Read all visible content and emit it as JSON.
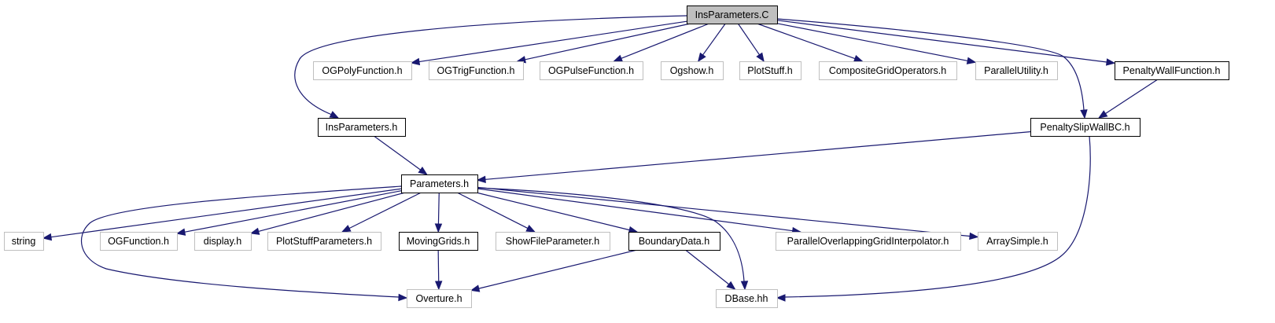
{
  "colors": {
    "edge": "#191970",
    "root_fill": "#bfbfbf",
    "documented_border": "#000000",
    "external_border": "#bfbfbf",
    "node_fill": "#ffffff"
  },
  "nodes": [
    {
      "id": "InsParameters.C",
      "label": "InsParameters.C",
      "kind": "root"
    },
    {
      "id": "OGPolyFunction.h",
      "label": "OGPolyFunction.h",
      "kind": "external"
    },
    {
      "id": "OGTrigFunction.h",
      "label": "OGTrigFunction.h",
      "kind": "external"
    },
    {
      "id": "OGPulseFunction.h",
      "label": "OGPulseFunction.h",
      "kind": "external"
    },
    {
      "id": "Ogshow.h",
      "label": "Ogshow.h",
      "kind": "external"
    },
    {
      "id": "PlotStuff.h",
      "label": "PlotStuff.h",
      "kind": "external"
    },
    {
      "id": "CompositeGridOperators.h",
      "label": "CompositeGridOperators.h",
      "kind": "external"
    },
    {
      "id": "ParallelUtility.h",
      "label": "ParallelUtility.h",
      "kind": "external"
    },
    {
      "id": "PenaltyWallFunction.h",
      "label": "PenaltyWallFunction.h",
      "kind": "documented"
    },
    {
      "id": "InsParameters.h",
      "label": "InsParameters.h",
      "kind": "documented"
    },
    {
      "id": "PenaltySlipWallBC.h",
      "label": "PenaltySlipWallBC.h",
      "kind": "documented"
    },
    {
      "id": "Parameters.h",
      "label": "Parameters.h",
      "kind": "documented"
    },
    {
      "id": "string",
      "label": "string",
      "kind": "external"
    },
    {
      "id": "OGFunction.h",
      "label": "OGFunction.h",
      "kind": "external"
    },
    {
      "id": "display.h",
      "label": "display.h",
      "kind": "external"
    },
    {
      "id": "PlotStuffParameters.h",
      "label": "PlotStuffParameters.h",
      "kind": "external"
    },
    {
      "id": "MovingGrids.h",
      "label": "MovingGrids.h",
      "kind": "documented"
    },
    {
      "id": "ShowFileParameter.h",
      "label": "ShowFileParameter.h",
      "kind": "external"
    },
    {
      "id": "BoundaryData.h",
      "label": "BoundaryData.h",
      "kind": "documented"
    },
    {
      "id": "ParallelOverlappingGridInterpolator.h",
      "label": "ParallelOverlappingGridInterpolator.h",
      "kind": "external"
    },
    {
      "id": "ArraySimple.h",
      "label": "ArraySimple.h",
      "kind": "external"
    },
    {
      "id": "Overture.h",
      "label": "Overture.h",
      "kind": "external"
    },
    {
      "id": "DBase.hh",
      "label": "DBase.hh",
      "kind": "external"
    }
  ],
  "edges": [
    {
      "from": "InsParameters.C",
      "to": "InsParameters.h"
    },
    {
      "from": "InsParameters.C",
      "to": "OGPolyFunction.h"
    },
    {
      "from": "InsParameters.C",
      "to": "OGTrigFunction.h"
    },
    {
      "from": "InsParameters.C",
      "to": "OGPulseFunction.h"
    },
    {
      "from": "InsParameters.C",
      "to": "Ogshow.h"
    },
    {
      "from": "InsParameters.C",
      "to": "PlotStuff.h"
    },
    {
      "from": "InsParameters.C",
      "to": "CompositeGridOperators.h"
    },
    {
      "from": "InsParameters.C",
      "to": "ParallelUtility.h"
    },
    {
      "from": "InsParameters.C",
      "to": "PenaltySlipWallBC.h"
    },
    {
      "from": "InsParameters.C",
      "to": "PenaltyWallFunction.h"
    },
    {
      "from": "PenaltyWallFunction.h",
      "to": "PenaltySlipWallBC.h"
    },
    {
      "from": "InsParameters.h",
      "to": "Parameters.h"
    },
    {
      "from": "PenaltySlipWallBC.h",
      "to": "Parameters.h"
    },
    {
      "from": "PenaltySlipWallBC.h",
      "to": "DBase.hh"
    },
    {
      "from": "Parameters.h",
      "to": "string"
    },
    {
      "from": "Parameters.h",
      "to": "OGFunction.h"
    },
    {
      "from": "Parameters.h",
      "to": "display.h"
    },
    {
      "from": "Parameters.h",
      "to": "PlotStuffParameters.h"
    },
    {
      "from": "Parameters.h",
      "to": "MovingGrids.h"
    },
    {
      "from": "Parameters.h",
      "to": "ShowFileParameter.h"
    },
    {
      "from": "Parameters.h",
      "to": "BoundaryData.h"
    },
    {
      "from": "Parameters.h",
      "to": "ParallelOverlappingGridInterpolator.h"
    },
    {
      "from": "Parameters.h",
      "to": "ArraySimple.h"
    },
    {
      "from": "Parameters.h",
      "to": "Overture.h"
    },
    {
      "from": "Parameters.h",
      "to": "DBase.hh"
    },
    {
      "from": "MovingGrids.h",
      "to": "Overture.h"
    },
    {
      "from": "BoundaryData.h",
      "to": "Overture.h"
    },
    {
      "from": "BoundaryData.h",
      "to": "DBase.hh"
    }
  ]
}
